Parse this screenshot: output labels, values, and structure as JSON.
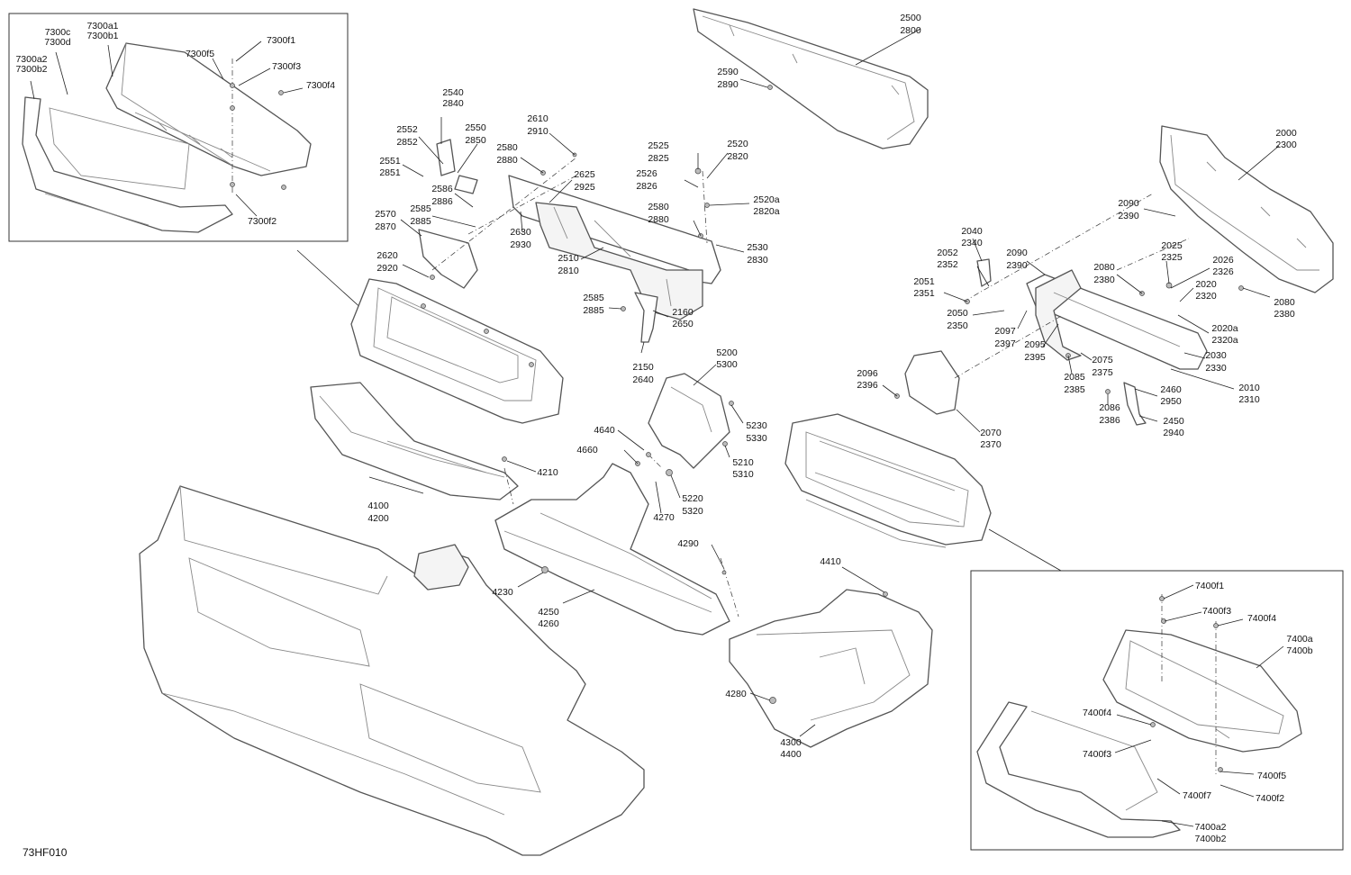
{
  "drawing_ref": "73HF010",
  "callouts": [
    {
      "id": "c-7300c",
      "lines": [
        "7300c",
        "7300d"
      ]
    },
    {
      "id": "c-7300a1",
      "lines": [
        "7300a1",
        "7300b1"
      ]
    },
    {
      "id": "c-7300a2",
      "lines": [
        "7300a2",
        "7300b2"
      ]
    },
    {
      "id": "c-7300f5",
      "lines": [
        "7300f5"
      ]
    },
    {
      "id": "c-7300f1",
      "lines": [
        "7300f1"
      ]
    },
    {
      "id": "c-7300f3",
      "lines": [
        "7300f3"
      ]
    },
    {
      "id": "c-7300f4",
      "lines": [
        "7300f4"
      ]
    },
    {
      "id": "c-7300f2",
      "lines": [
        "7300f2"
      ]
    },
    {
      "id": "c-2540",
      "lines": [
        "2540",
        "2840"
      ]
    },
    {
      "id": "c-2552",
      "lines": [
        "2552",
        "2852"
      ]
    },
    {
      "id": "c-2550",
      "lines": [
        "2550",
        "2850"
      ]
    },
    {
      "id": "c-2610",
      "lines": [
        "2610",
        "2910"
      ]
    },
    {
      "id": "c-2551",
      "lines": [
        "2551",
        "2851"
      ]
    },
    {
      "id": "c-2580a",
      "lines": [
        "2580",
        "2880"
      ]
    },
    {
      "id": "c-2586",
      "lines": [
        "2586",
        "2886"
      ]
    },
    {
      "id": "c-2625",
      "lines": [
        "2625",
        "2925"
      ]
    },
    {
      "id": "c-2585a",
      "lines": [
        "2585",
        "2885"
      ]
    },
    {
      "id": "c-2570",
      "lines": [
        "2570",
        "2870"
      ]
    },
    {
      "id": "c-2630",
      "lines": [
        "2630",
        "2930"
      ]
    },
    {
      "id": "c-2620",
      "lines": [
        "2620",
        "2920"
      ]
    },
    {
      "id": "c-2510",
      "lines": [
        "2510",
        "2810"
      ]
    },
    {
      "id": "c-2500",
      "lines": [
        "2500",
        "2800"
      ]
    },
    {
      "id": "c-2590",
      "lines": [
        "2590",
        "2890"
      ]
    },
    {
      "id": "c-2525",
      "lines": [
        "2525",
        "2825"
      ]
    },
    {
      "id": "c-2520",
      "lines": [
        "2520",
        "2820"
      ]
    },
    {
      "id": "c-2526",
      "lines": [
        "2526",
        "2826"
      ]
    },
    {
      "id": "c-2520a",
      "lines": [
        "2520a",
        "2820a"
      ]
    },
    {
      "id": "c-2580b",
      "lines": [
        "2580",
        "2880"
      ]
    },
    {
      "id": "c-2530",
      "lines": [
        "2530",
        "2830"
      ]
    },
    {
      "id": "c-2585b",
      "lines": [
        "2585",
        "2885"
      ]
    },
    {
      "id": "c-2160",
      "lines": [
        "2160",
        "2650"
      ]
    },
    {
      "id": "c-2150",
      "lines": [
        "2150",
        "2640"
      ]
    },
    {
      "id": "c-2000",
      "lines": [
        "2000",
        "2300"
      ]
    },
    {
      "id": "c-2090a",
      "lines": [
        "2090",
        "2390"
      ]
    },
    {
      "id": "c-2040",
      "lines": [
        "2040",
        "2340"
      ]
    },
    {
      "id": "c-2090b",
      "lines": [
        "2090",
        "2390"
      ]
    },
    {
      "id": "c-2052",
      "lines": [
        "2052",
        "2352"
      ]
    },
    {
      "id": "c-2080a",
      "lines": [
        "2080",
        "2380"
      ]
    },
    {
      "id": "c-2025",
      "lines": [
        "2025",
        "2325"
      ]
    },
    {
      "id": "c-2026",
      "lines": [
        "2026",
        "2326"
      ]
    },
    {
      "id": "c-2020",
      "lines": [
        "2020",
        "2320"
      ]
    },
    {
      "id": "c-2051",
      "lines": [
        "2051",
        "2351"
      ]
    },
    {
      "id": "c-2080b",
      "lines": [
        "2080",
        "2380"
      ]
    },
    {
      "id": "c-2050",
      "lines": [
        "2050",
        "2350"
      ]
    },
    {
      "id": "c-2097",
      "lines": [
        "2097",
        "2397"
      ]
    },
    {
      "id": "c-2020a",
      "lines": [
        "2020a",
        "2320a"
      ]
    },
    {
      "id": "c-2095",
      "lines": [
        "2095",
        "2395"
      ]
    },
    {
      "id": "c-2030",
      "lines": [
        "2030",
        "2330"
      ]
    },
    {
      "id": "c-2075",
      "lines": [
        "2075",
        "2375"
      ]
    },
    {
      "id": "c-2085",
      "lines": [
        "2085",
        "2385"
      ]
    },
    {
      "id": "c-2010",
      "lines": [
        "2010",
        "2310"
      ]
    },
    {
      "id": "c-2096",
      "lines": [
        "2096",
        "2396"
      ]
    },
    {
      "id": "c-2460",
      "lines": [
        "2460",
        "2950"
      ]
    },
    {
      "id": "c-2086",
      "lines": [
        "2086",
        "2386"
      ]
    },
    {
      "id": "c-2450",
      "lines": [
        "2450",
        "2940"
      ]
    },
    {
      "id": "c-2070",
      "lines": [
        "2070",
        "2370"
      ]
    },
    {
      "id": "c-5200",
      "lines": [
        "5200",
        "5300"
      ]
    },
    {
      "id": "c-5230",
      "lines": [
        "5230",
        "5330"
      ]
    },
    {
      "id": "c-4640",
      "lines": [
        "4640"
      ]
    },
    {
      "id": "c-4660",
      "lines": [
        "4660"
      ]
    },
    {
      "id": "c-5210",
      "lines": [
        "5210",
        "5310"
      ]
    },
    {
      "id": "c-4210",
      "lines": [
        "4210"
      ]
    },
    {
      "id": "c-5220",
      "lines": [
        "5220",
        "5320"
      ]
    },
    {
      "id": "c-4100",
      "lines": [
        "4100",
        "4200"
      ]
    },
    {
      "id": "c-4270",
      "lines": [
        "4270"
      ]
    },
    {
      "id": "c-4290",
      "lines": [
        "4290"
      ]
    },
    {
      "id": "c-4410",
      "lines": [
        "4410"
      ]
    },
    {
      "id": "c-4230",
      "lines": [
        "4230"
      ]
    },
    {
      "id": "c-4250",
      "lines": [
        "4250",
        "4260"
      ]
    },
    {
      "id": "c-4280",
      "lines": [
        "4280"
      ]
    },
    {
      "id": "c-4300",
      "lines": [
        "4300",
        "4400"
      ]
    },
    {
      "id": "c-7400f1",
      "lines": [
        "7400f1"
      ]
    },
    {
      "id": "c-7400f3a",
      "lines": [
        "7400f3"
      ]
    },
    {
      "id": "c-7400f4a",
      "lines": [
        "7400f4"
      ]
    },
    {
      "id": "c-7400a",
      "lines": [
        "7400a",
        "7400b"
      ]
    },
    {
      "id": "c-7400f4b",
      "lines": [
        "7400f4"
      ]
    },
    {
      "id": "c-7400f3b",
      "lines": [
        "7400f3"
      ]
    },
    {
      "id": "c-7400f5",
      "lines": [
        "7400f5"
      ]
    },
    {
      "id": "c-7400f7",
      "lines": [
        "7400f7"
      ]
    },
    {
      "id": "c-7400f2",
      "lines": [
        "7400f2"
      ]
    },
    {
      "id": "c-7400a2",
      "lines": [
        "7400a2",
        "7400b2"
      ]
    }
  ]
}
